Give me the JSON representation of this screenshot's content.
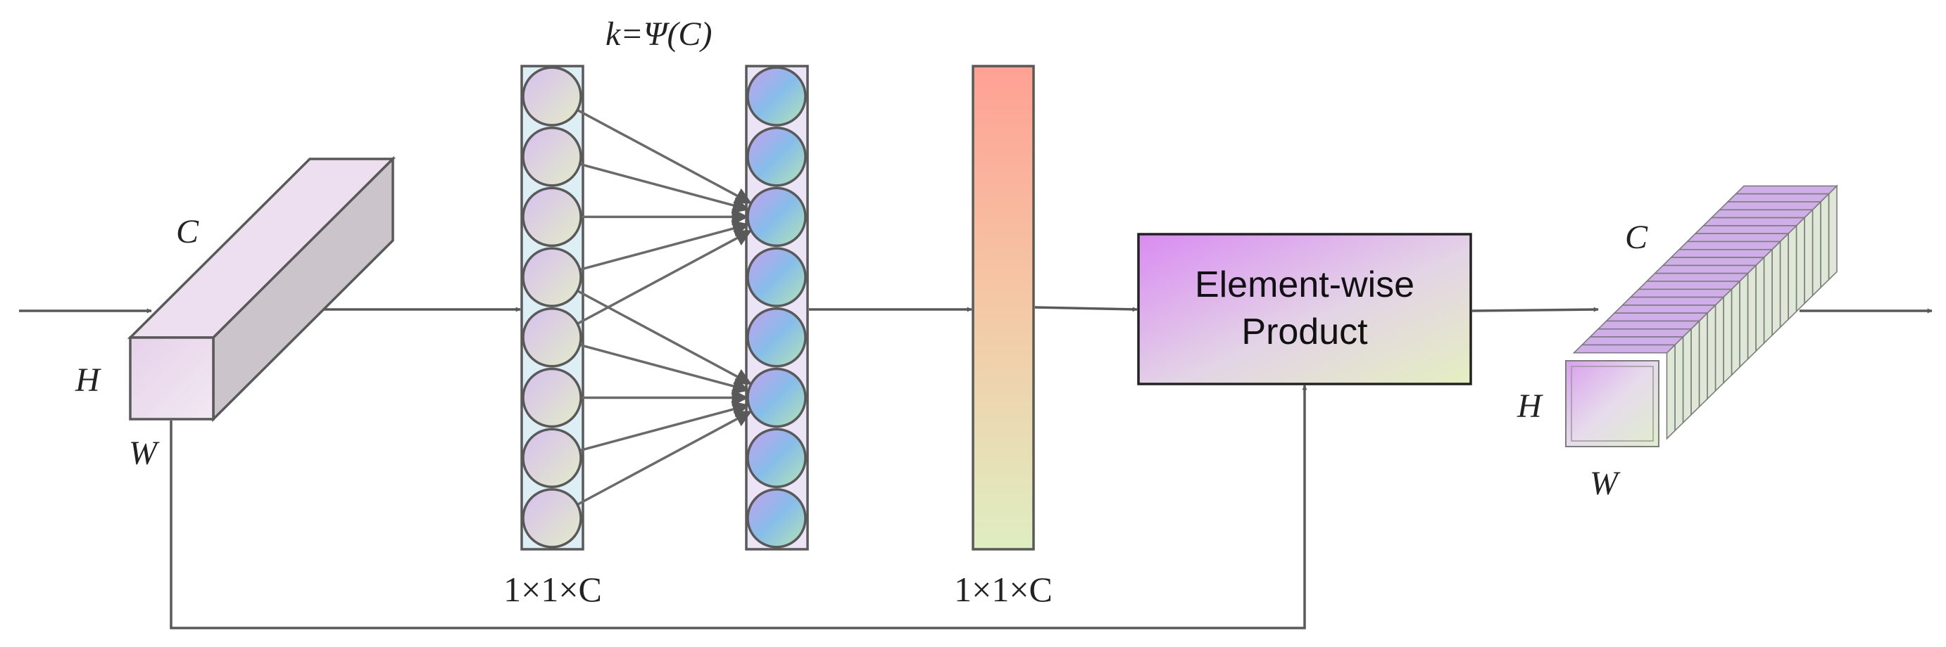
{
  "labels": {
    "kernel_formula": "k=Ψ(C)",
    "input_c": "C",
    "input_h": "H",
    "input_w": "W",
    "dim_left": "1×1×C",
    "dim_right": "1×1×C",
    "product_line1": "Element-wise",
    "product_line2": "Product",
    "output_c": "C",
    "output_h": "H",
    "output_w": "W"
  },
  "colors": {
    "line": "#595959",
    "input_front": "#ecdcec",
    "input_top": "#ede0ef",
    "input_side": "#cbc6cb",
    "neuron_left": [
      "#dcc6ec",
      "#dfe8d0"
    ],
    "neuron_right": [
      "#b7a6ee",
      "#86bce8",
      "#a8dcc6"
    ],
    "column_left_bg": "#ddeef4",
    "column_right_bg": "#ebe4f6",
    "weight_bar": [
      "#ffa194",
      "#dfeec1"
    ],
    "product_box": [
      "#d98bf2",
      "#e7edc4"
    ],
    "output_front": [
      "#dca8ee",
      "#e2eed2"
    ],
    "output_slice": "#cdaee6"
  },
  "network": {
    "left_nodes": 8,
    "right_nodes": 8,
    "connections": [
      [
        0,
        2
      ],
      [
        1,
        2
      ],
      [
        2,
        2
      ],
      [
        3,
        2
      ],
      [
        3,
        5
      ],
      [
        4,
        2
      ],
      [
        4,
        5
      ],
      [
        5,
        5
      ],
      [
        6,
        5
      ],
      [
        7,
        5
      ]
    ]
  }
}
